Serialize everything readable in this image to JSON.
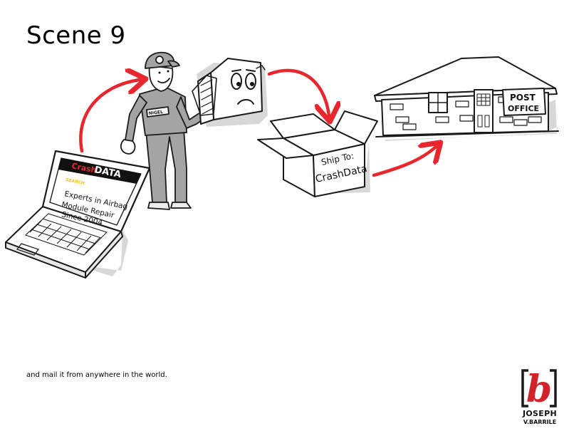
{
  "slide": {
    "title": "Scene 9",
    "caption": "and mail it from anywhere in the world."
  },
  "laptop": {
    "brand_prefix": "Crash",
    "brand_name": "DATA",
    "search_label": "SEARCH",
    "screen_line_1": "Experts in Airbag",
    "screen_line_2": "Module Repair",
    "screen_line_3": "Since 2004"
  },
  "technician": {
    "name_tag": "NIGEL"
  },
  "box": {
    "label_line_1": "Ship To:",
    "label_line_2": "CrashData"
  },
  "building": {
    "sign_line_1": "POST",
    "sign_line_2": "OFFICE"
  },
  "logo": {
    "letter": "b",
    "first_name": "JOSEPH",
    "last_name": "V.BARRILE"
  },
  "colors": {
    "arrow": "#e8262d",
    "logo_red": "#d2232a",
    "outline": "#1a1a1a",
    "uniform": "#a4a4a4",
    "shadow": "#d8d8d8"
  }
}
